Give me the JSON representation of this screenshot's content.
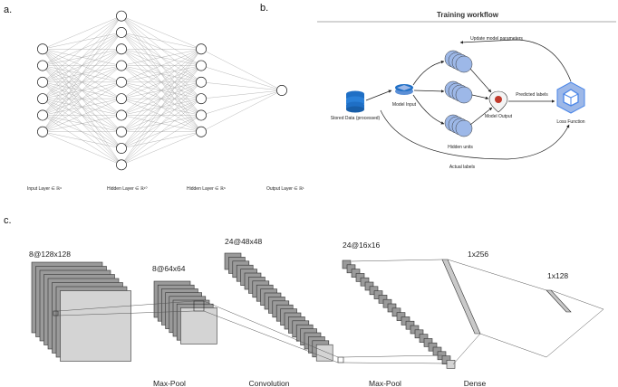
{
  "panels": {
    "a": {
      "letter": "a.",
      "layers": [
        {
          "label": "Input Layer ∈ ℝ⁶",
          "nodes": 6
        },
        {
          "label": "Hidden Layer ∈ ℝ¹⁰",
          "nodes": 10
        },
        {
          "label": "Hidden Layer ∈ ℝ⁶",
          "nodes": 6
        },
        {
          "label": "Output Layer ∈ ℝ¹",
          "nodes": 1
        }
      ]
    },
    "b": {
      "letter": "b.",
      "title": "Training workflow",
      "nodes": {
        "stored_data": "Stored Data (processed)",
        "model_input": "Model Input",
        "hidden_units": "Hidden units",
        "model_output": "Model Output",
        "loss_function": "Loss Function"
      },
      "edges": {
        "update": "Update model parameters",
        "predicted": "Predicted labels",
        "actual": "Actual labels"
      }
    },
    "c": {
      "letter": "c.",
      "blocks": [
        {
          "dims": "8@128x128",
          "caption": ""
        },
        {
          "dims": "8@64x64",
          "caption": "Max-Pool"
        },
        {
          "dims": "24@48x48",
          "caption": "Convolution"
        },
        {
          "dims": "24@16x16",
          "caption": "Max-Pool"
        },
        {
          "dims": "1x256",
          "caption": "Dense"
        },
        {
          "dims": "1x128",
          "caption": ""
        }
      ]
    }
  },
  "colors": {
    "stack_fill": "#9a9a9a",
    "stack_front": "#d4d4d4",
    "wf_blue": "#1f6fc5",
    "wf_node": "#9db8e8",
    "loss_blue": "#4a86e8",
    "output_red": "#c0392b"
  }
}
